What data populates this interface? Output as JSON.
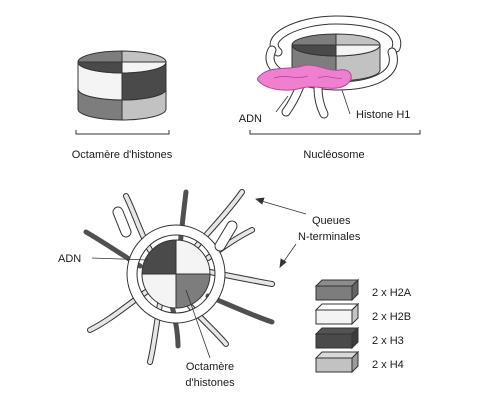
{
  "labels": {
    "octamer_title": "Octamère d'histones",
    "nucleosome_title": "Nucléosome",
    "adn_top": "ADN",
    "histone_h1": "Histone H1",
    "queues_line1": "Queues",
    "queues_line2": "N-terminales",
    "adn_bottom": "ADN",
    "octamer_bottom_line1": "Octamère",
    "octamer_bottom_line2": "d'histones"
  },
  "legend": [
    {
      "label": "2 x H2A",
      "color": "#7d7d7d"
    },
    {
      "label": "2 x H2B",
      "color": "#f4f4f4"
    },
    {
      "label": "2 x H3",
      "color": "#4a4a4a"
    },
    {
      "label": "2 x H4",
      "color": "#c2c2c2"
    }
  ],
  "colors": {
    "h1_pink": "#f07fd0",
    "stroke": "#333333"
  }
}
